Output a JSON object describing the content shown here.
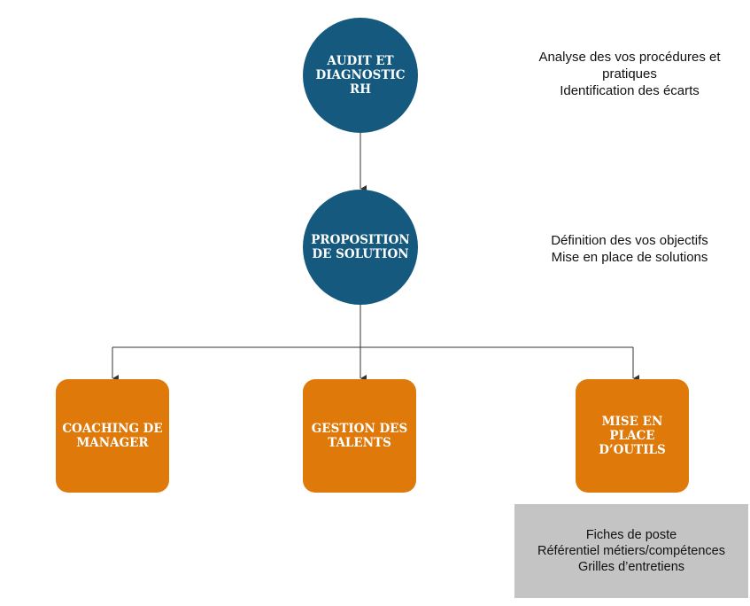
{
  "nodes": {
    "audit": {
      "lines": [
        "AUDIT ET",
        "DIAGNOSTIC",
        "RH"
      ]
    },
    "proposition": {
      "lines": [
        "PROPOSITION",
        "DE SOLUTION"
      ]
    },
    "coaching": {
      "lines": [
        "COACHING DE",
        "MANAGER"
      ]
    },
    "gestion": {
      "lines": [
        "GESTION DES",
        "TALENTS"
      ]
    },
    "outils": {
      "lines": [
        "MISE EN PLACE",
        "D’OUTILS"
      ]
    }
  },
  "notes": {
    "audit": [
      "Analyse des vos procédures et",
      "pratiques",
      "Identification des écarts"
    ],
    "proposition": [
      "Définition des vos objectifs",
      "Mise en place de solutions"
    ],
    "outils": [
      "Fiches de poste",
      "Référentiel métiers/compétences",
      "Grilles d’entretiens"
    ]
  },
  "colors": {
    "circle_fill": "#155a7e",
    "box_fill": "#df7a0a",
    "panel_fill": "#c4c4c4",
    "connector": "#333333"
  }
}
